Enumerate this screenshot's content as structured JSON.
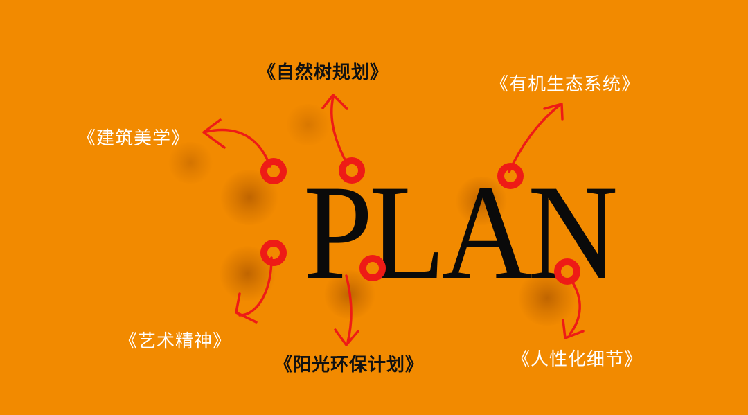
{
  "title": "PLAN",
  "labels": {
    "natural_tree": "《自然树规划》",
    "organic_eco": "《有机生态系统》",
    "architecture": "《建筑美学》",
    "art_spirit": "《艺术精神》",
    "sunshine": "《阳光环保计划》",
    "humanized": "《人性化细节》"
  },
  "colors": {
    "background": "#f28a00",
    "arrow": "#ee1b16",
    "title": "#0a0a0a",
    "label_light": "#ffffff",
    "label_dark": "#111111"
  }
}
